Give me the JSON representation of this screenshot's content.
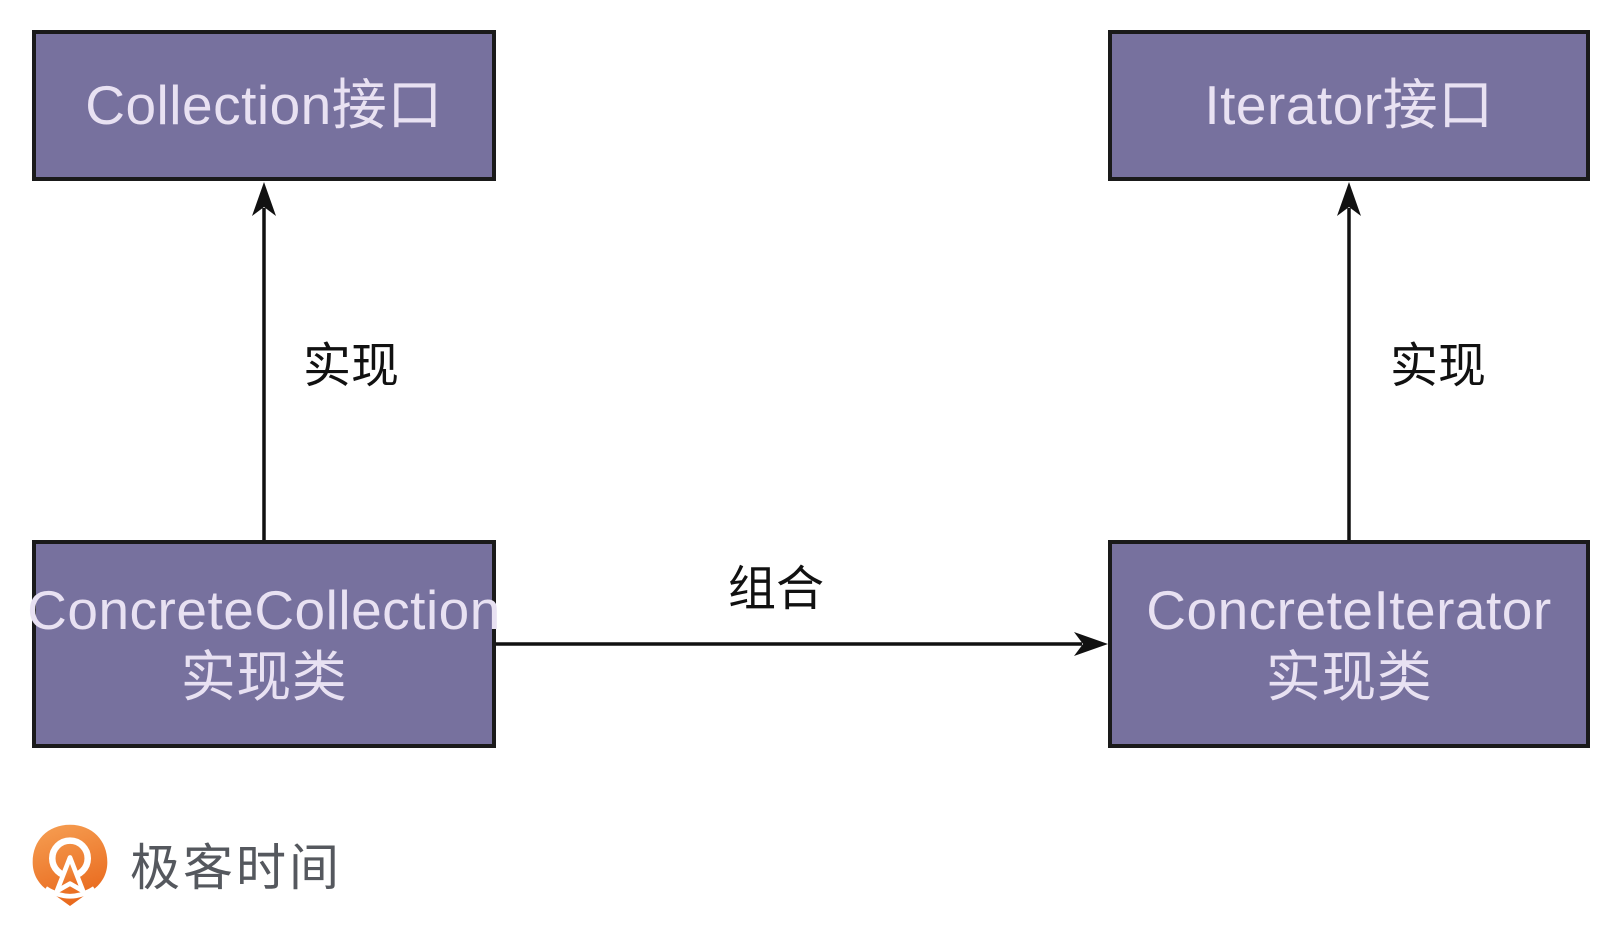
{
  "diagram": {
    "nodes": {
      "collection_interface": {
        "label": "Collection接口"
      },
      "iterator_interface": {
        "label": "Iterator接口"
      },
      "concrete_collection": {
        "line1": "ConcreteCollection",
        "line2": "实现类"
      },
      "concrete_iterator": {
        "line1": "ConcreteIterator",
        "line2": "实现类"
      }
    },
    "edges": {
      "left_realization": {
        "label": "实现",
        "from": "concrete_collection",
        "to": "collection_interface",
        "style": "solid-arrow-up"
      },
      "right_realization": {
        "label": "实现",
        "from": "concrete_iterator",
        "to": "iterator_interface",
        "style": "solid-arrow-up"
      },
      "composition": {
        "label": "组合",
        "from": "concrete_collection",
        "to": "concrete_iterator",
        "style": "solid-arrow-right"
      }
    },
    "colors": {
      "node_fill": "#77719E",
      "node_border": "#1a1a1a",
      "node_text": "#E8E1F2",
      "edge": "#111111",
      "edge_label": "#111111",
      "background": "#FFFFFF"
    }
  },
  "branding": {
    "logo_text": "极客时间",
    "colors": {
      "text": "#55585E",
      "orange_light": "#F59B4F",
      "orange_dark": "#E8671B"
    }
  }
}
